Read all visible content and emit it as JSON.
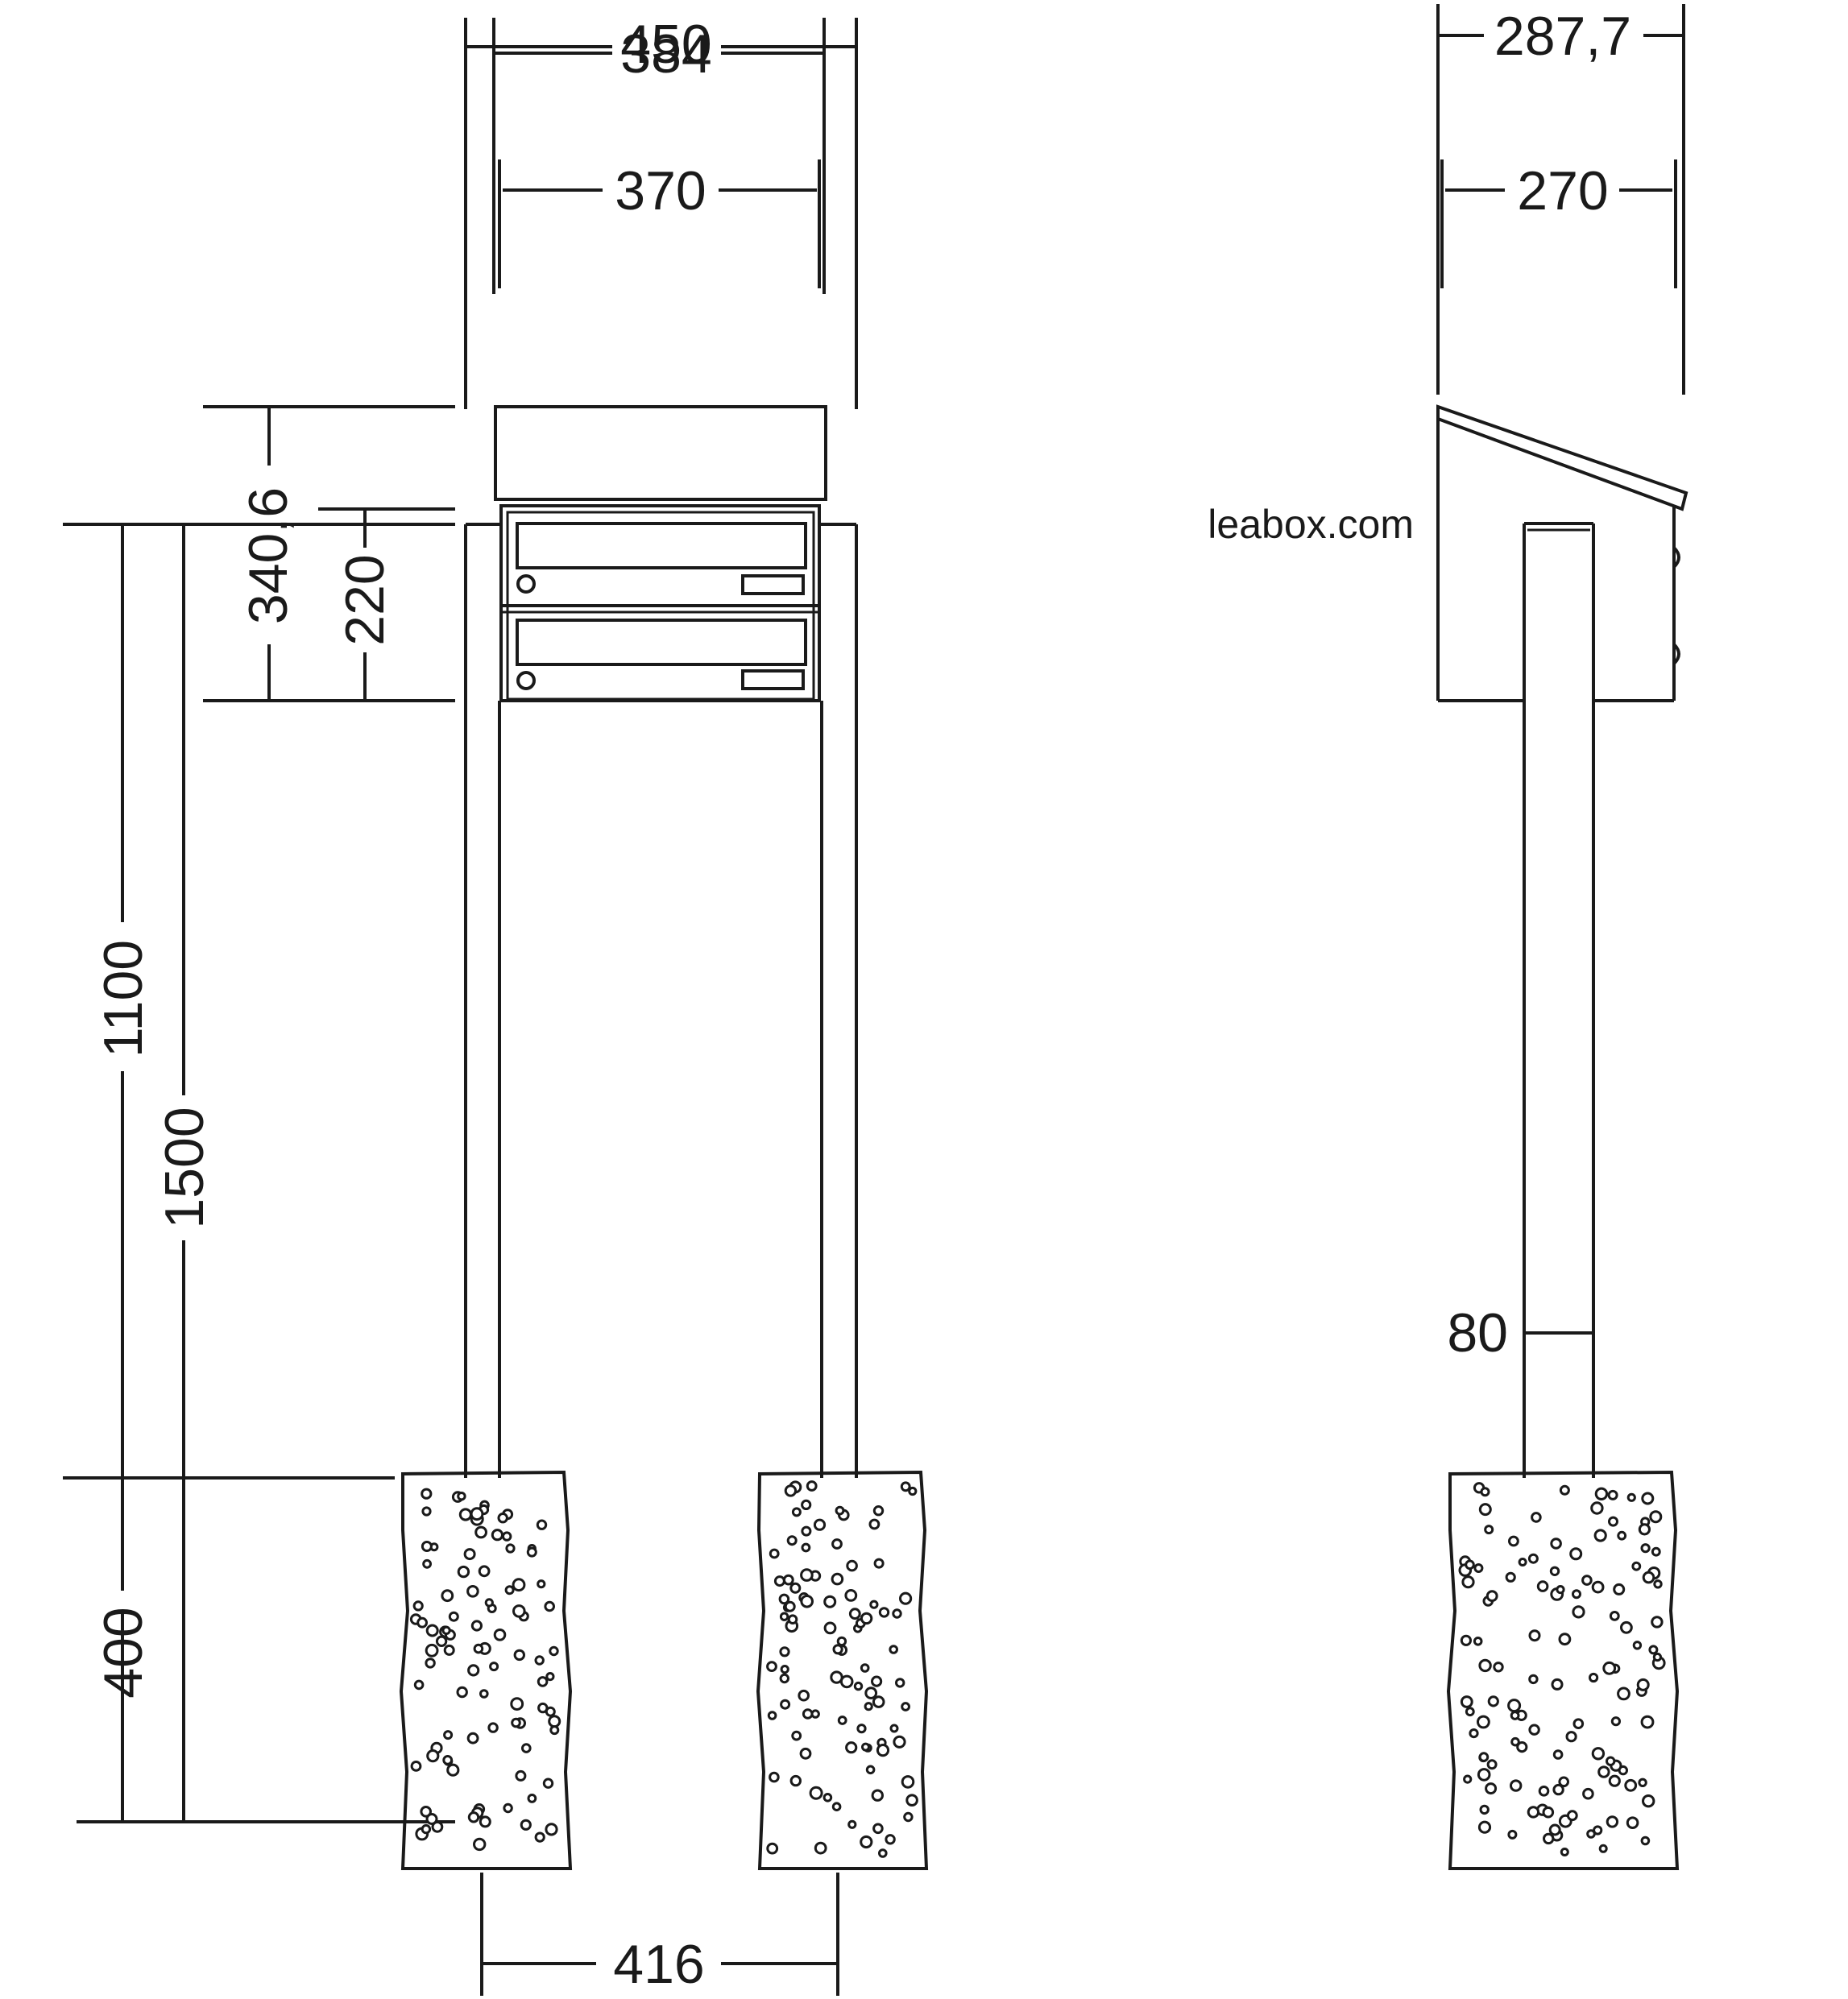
{
  "brand": {
    "text": "leabox.com"
  },
  "front_view": {
    "dims": {
      "width_overlap_a": "450",
      "width_overlap_b": "384",
      "box_width": "370",
      "roof_height": "340,6",
      "box_height": "220",
      "ground_to_box": "1100",
      "total_height": "1500",
      "foundation_depth": "400",
      "post_spacing": "416"
    }
  },
  "side_view": {
    "dims": {
      "roof_depth": "287,7",
      "box_depth": "270",
      "post_size": "80"
    }
  },
  "colors": {
    "line": "#1a1a1a",
    "background": "#ffffff"
  }
}
